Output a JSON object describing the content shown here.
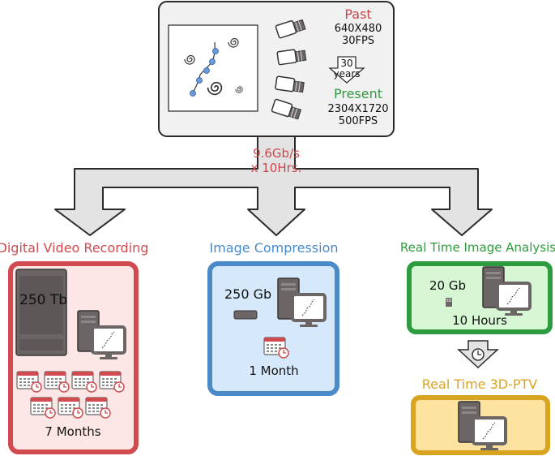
{
  "header": {
    "past_label": "Past",
    "past_resolution": "640X480",
    "past_fps": "30FPS",
    "gap_number": "30",
    "gap_unit": "years",
    "present_label": "Present",
    "present_resolution": "2304X1720",
    "present_fps": "500FPS"
  },
  "data_rate": {
    "line1": "9.6Gb/s",
    "line2": "x 10Hrs."
  },
  "branches": {
    "dvr": {
      "title": "Digital Video Recording",
      "storage": "250 Tb",
      "duration": "7 Months",
      "color": "#d04a4f",
      "fill": "#fde6e6"
    },
    "compression": {
      "title": "Image Compression",
      "storage": "250 Gb",
      "duration": "1 Month",
      "color": "#4a8ac8",
      "fill": "#d6e8fb"
    },
    "realtime": {
      "title": "Real Time Image Analysis",
      "storage": "20 Gb",
      "card": "SD",
      "duration": "10 Hours",
      "color": "#2e9c3e",
      "fill": "#d6f6d4"
    },
    "ptv": {
      "title": "Real Time 3D-PTV",
      "color": "#d9a520",
      "fill": "#fde3a0"
    }
  }
}
